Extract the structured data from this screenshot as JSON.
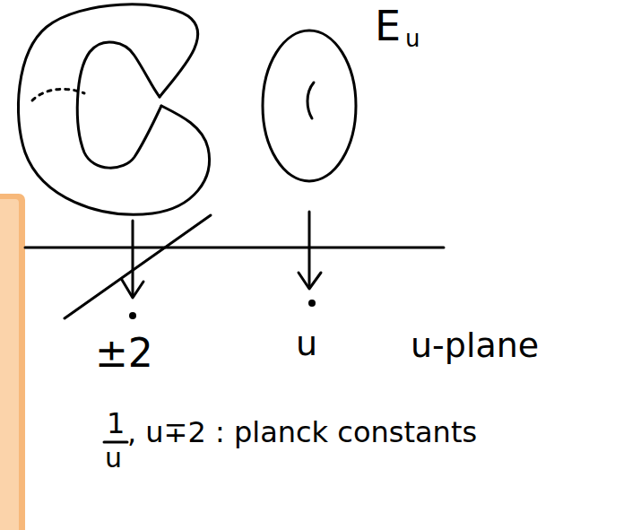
{
  "diagram": {
    "labels": [
      "E",
      "u",
      "±2",
      "u",
      "u-plane",
      "1",
      "u",
      ", u∓2 : planck constants"
    ]
  }
}
